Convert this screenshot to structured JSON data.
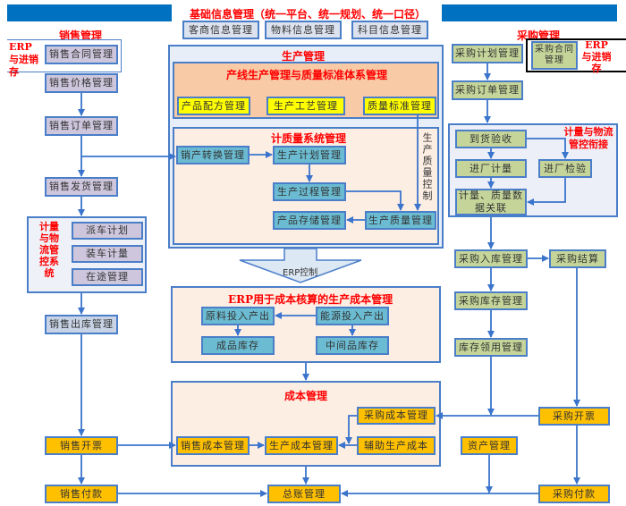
{
  "header": {
    "title": "基础信息管理（统一平台、统一规划、统一口径）",
    "items": [
      "客商信息管理",
      "物料信息管理",
      "科目信息管理"
    ]
  },
  "sales": {
    "title": "销售管理",
    "erp_label": "ERP与进销存",
    "contract": "销售合同管理",
    "price": "销售价格管理",
    "order": "销售订单管理",
    "delivery": "销售发货管理",
    "logistics": {
      "title": "计量与物流管控系统",
      "items": [
        "派车计划",
        "装车计量",
        "在途管理"
      ]
    },
    "outbound": "销售出库管理",
    "invoice": "销售开票",
    "payment": "销售付款"
  },
  "production": {
    "title": "生产管理",
    "line_panel": {
      "title": "产线生产管理与质量标准体系管理",
      "items": [
        "产品配方管理",
        "生产工艺管理",
        "质量标准管理"
      ]
    },
    "quality_panel": {
      "title": "计质量系统管理",
      "sales_conversion": "销产转换管理",
      "plan": "生产计划管理",
      "process": "生产过程管理",
      "storage": "产品存储管理",
      "quality": "生产质量管理",
      "side_label": "生产质量控制"
    },
    "erp_arrow": "ERP控制",
    "cost_calc_panel": {
      "title": "ERP用于成本核算的生产成本管理",
      "raw_io": "原料投入产出",
      "energy_io": "能源投入产出",
      "finished_stock": "成品库存",
      "wip_stock": "中间品库存"
    },
    "cost_panel": {
      "title": "成本管理",
      "sales_cost": "销售成本管理",
      "production_cost": "生产成本管理",
      "purchase_cost": "采购成本管理",
      "aux_cost": "辅助生产成本"
    },
    "ledger": "总账管理"
  },
  "purchase": {
    "title": "采购管理",
    "plan": "采购计划管理",
    "contract": "采购合同管理",
    "erp_label": "ERP与进销存",
    "order": "采购订单管理",
    "logistics": {
      "title": "计量与物流管控衔接",
      "arrival": "到货验收",
      "weigh": "进厂计量",
      "inspect": "进厂检验",
      "link": "计量、质量数据关联"
    },
    "inbound": "采购入库管理",
    "settle": "采购结算",
    "stock": "采购库存管理",
    "use": "库存领用管理",
    "invoice": "采购开票",
    "assets": "资产管理",
    "payment": "采购付款"
  },
  "colors": {
    "accent_blue": "#0070c0",
    "line_blue": "#4a7ec8",
    "title_red": "#ff0000",
    "orange": "#ffc000",
    "yellow": "#ffff00",
    "green": "#c5d59a",
    "teal": "#6bbcd2",
    "purple": "#cdc6dc"
  }
}
